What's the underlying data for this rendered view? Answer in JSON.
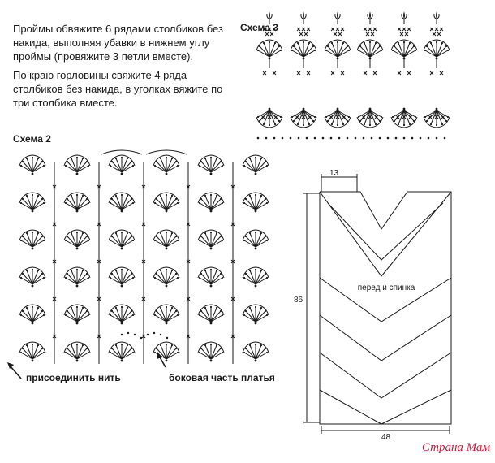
{
  "instructions": {
    "paragraph_1": "Проймы обвяжите 6 рядами столбиков без накида, выполняя убавки в нижнем углу проймы (провяжите 3 петли вместе).",
    "paragraph_2": "По краю горловины свяжите 4 ряда столбиков без накида, в уголках вяжите по три столбика вместе."
  },
  "scheme_3": {
    "title": "Схема 3"
  },
  "scheme_2": {
    "title": "Схема 2",
    "caption_join_thread": "присоединить нить",
    "caption_side_part": "боковая часть платья"
  },
  "pattern": {
    "width_label": "13",
    "height_label": "86",
    "bottom_label": "48",
    "piece_label": "перед и спинка"
  },
  "watermark": "Страна Мам",
  "colors": {
    "ink": "#1a1a1a",
    "watermark": "#cc1a3a"
  },
  "icons": [
    "arrow-icon",
    "crochet-fan-icon"
  ]
}
